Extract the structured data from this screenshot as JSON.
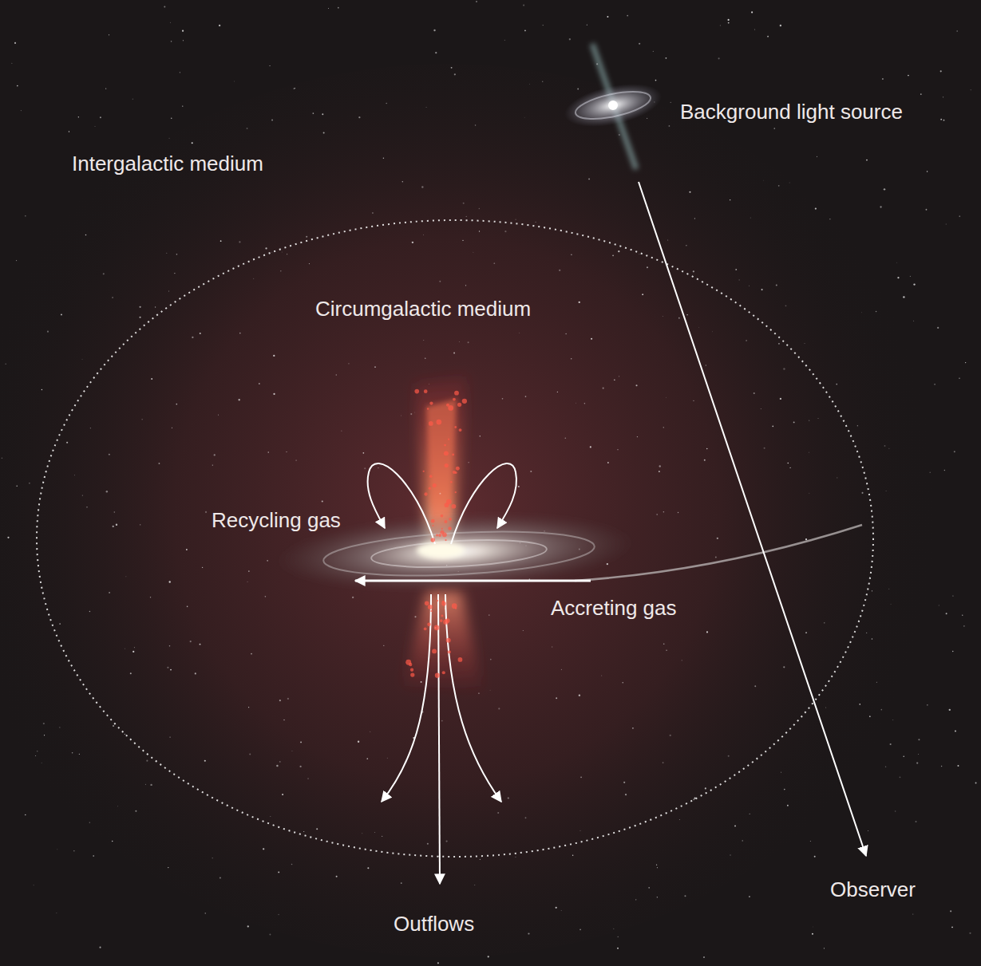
{
  "diagram": {
    "nodes": [
      {
        "text": [
          "Circumgalactic medium"
        ]
      }
    ],
    "labels": [
      "Intergalactic medium",
      "Background light source",
      "Recycling gas",
      "Accreting gas",
      "Observer",
      "Outflows"
    ]
  }
}
